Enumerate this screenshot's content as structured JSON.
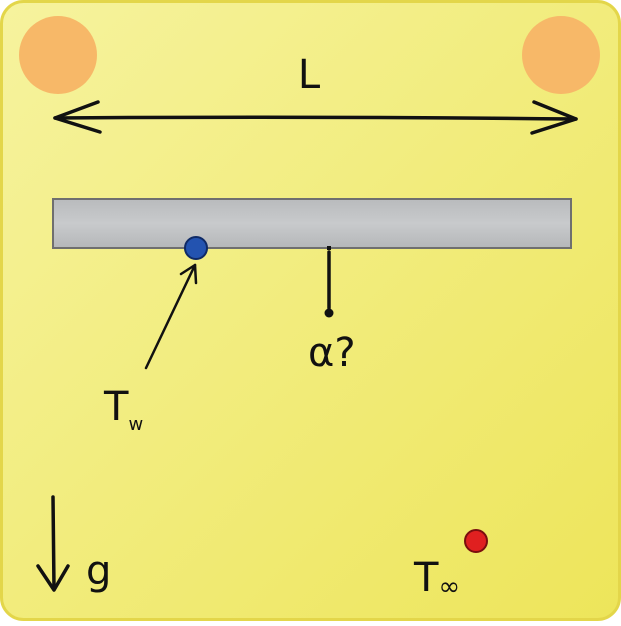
{
  "labels": {
    "length": "L",
    "unknown": "α?",
    "wall_temp_main": "T",
    "wall_temp_sub": "w",
    "ambient_temp_main": "T",
    "ambient_temp_sub": "∞",
    "gravity": "g"
  },
  "colors": {
    "background_light": "#f5f29a",
    "background_dark": "#ede65a",
    "border": "#e5d94c",
    "corner_circles": "#f7b765",
    "plate": "#c2c4c6",
    "plate_edge": "#7c7c7c",
    "wall_point": "#2353b0",
    "ambient_point": "#e02020",
    "ink": "#111111"
  },
  "icons": {
    "gravity": "down-arrow-icon",
    "dimension": "double-headed-arrow-icon"
  }
}
